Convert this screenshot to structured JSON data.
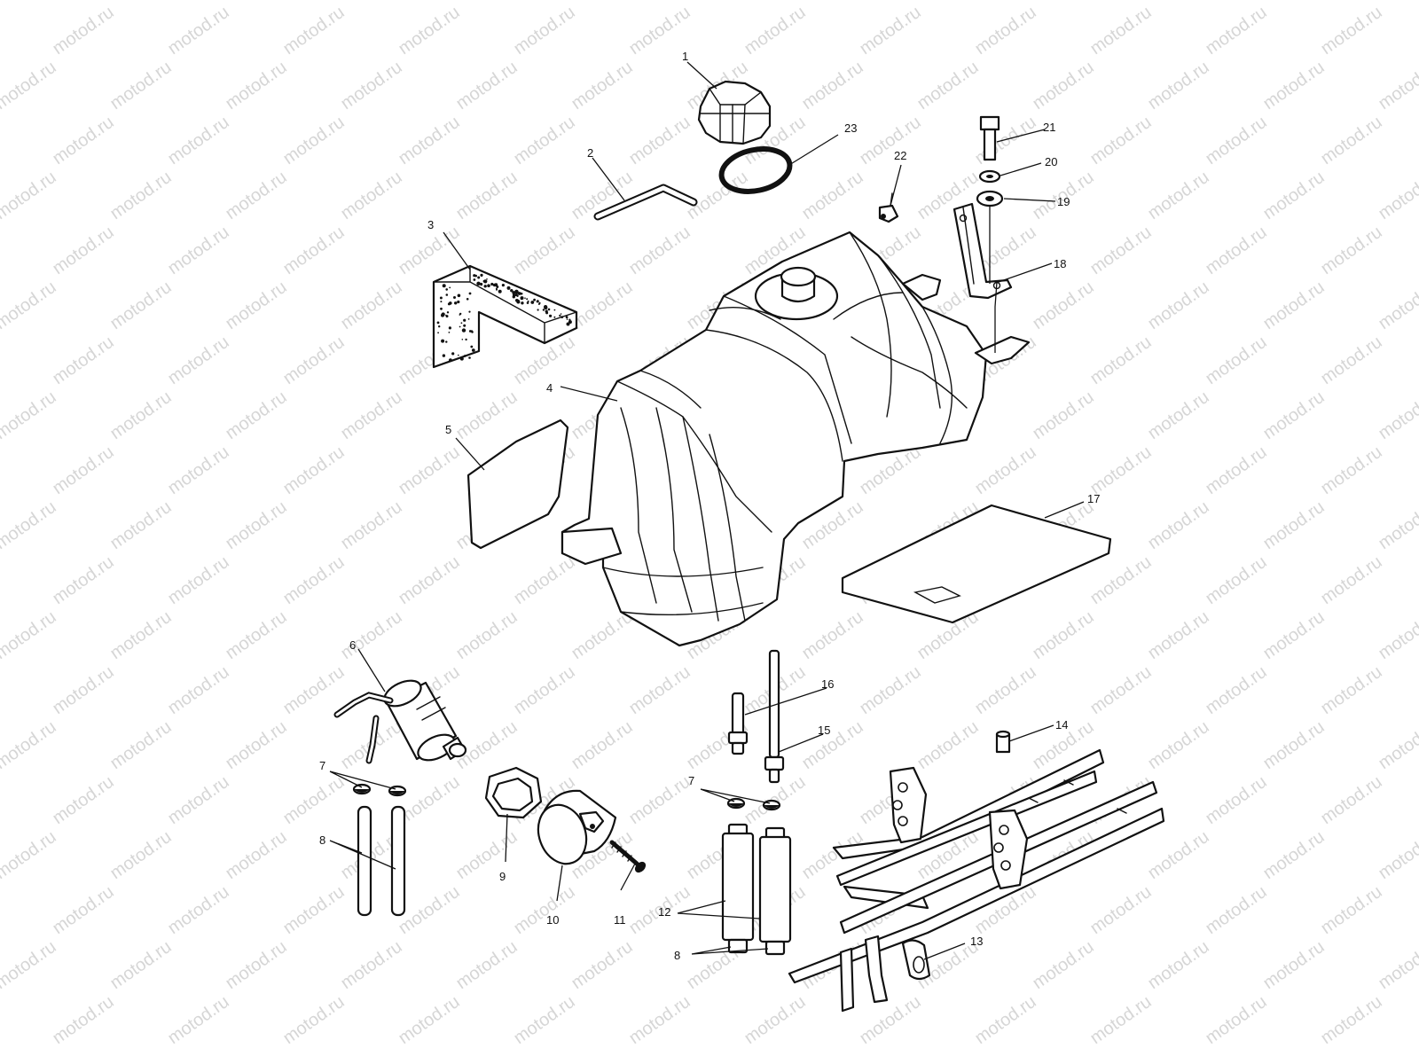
{
  "watermark": {
    "text": "motod.ru",
    "color": "#d6d6d6"
  },
  "colors": {
    "line": "#111111",
    "background": "#ffffff"
  },
  "callouts": [
    {
      "id": "c1",
      "label": "1"
    },
    {
      "id": "c2",
      "label": "2"
    },
    {
      "id": "c3",
      "label": "3"
    },
    {
      "id": "c4",
      "label": "4"
    },
    {
      "id": "c5",
      "label": "5"
    },
    {
      "id": "c6",
      "label": "6"
    },
    {
      "id": "c7a",
      "label": "7"
    },
    {
      "id": "c7b",
      "label": "7"
    },
    {
      "id": "c8a",
      "label": "8"
    },
    {
      "id": "c8b",
      "label": "8"
    },
    {
      "id": "c9",
      "label": "9"
    },
    {
      "id": "c10",
      "label": "10"
    },
    {
      "id": "c11",
      "label": "11"
    },
    {
      "id": "c12",
      "label": "12"
    },
    {
      "id": "c13",
      "label": "13"
    },
    {
      "id": "c14",
      "label": "14"
    },
    {
      "id": "c15",
      "label": "15"
    },
    {
      "id": "c16",
      "label": "16"
    },
    {
      "id": "c17",
      "label": "17"
    },
    {
      "id": "c18",
      "label": "18"
    },
    {
      "id": "c19",
      "label": "19"
    },
    {
      "id": "c20",
      "label": "20"
    },
    {
      "id": "c21",
      "label": "21"
    },
    {
      "id": "c22",
      "label": "22"
    },
    {
      "id": "c23",
      "label": "23"
    }
  ]
}
